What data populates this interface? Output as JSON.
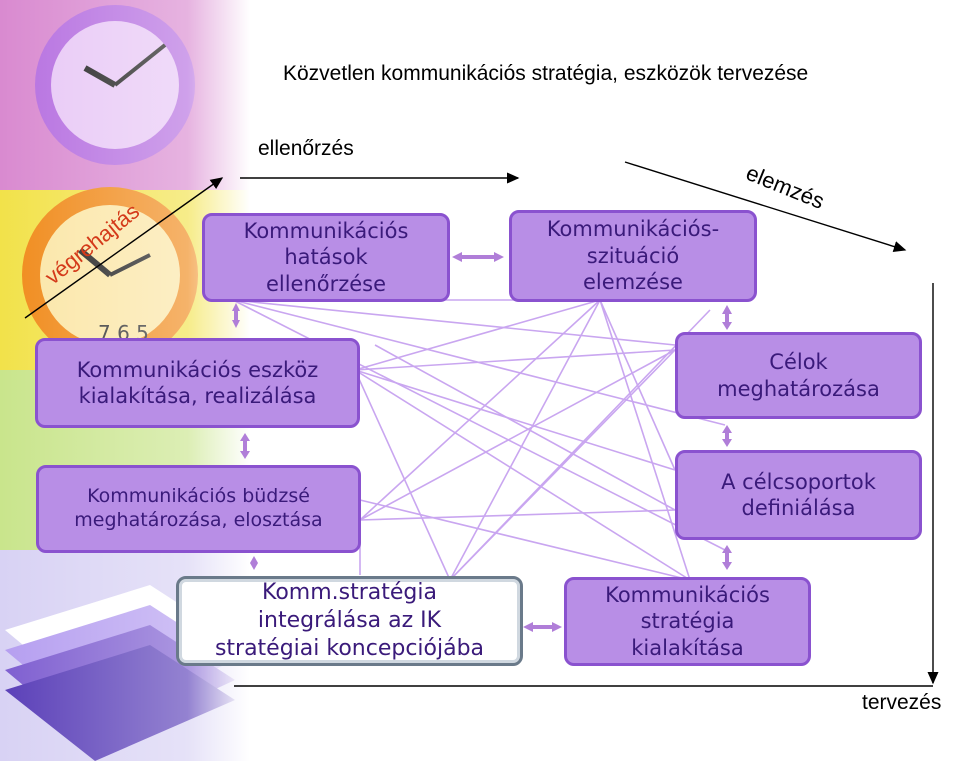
{
  "title": "Közvetlen kommunikációs stratégia, eszközök tervezése",
  "labels": {
    "ellenorzes": "ellenőrzés",
    "elemzes": "elemzés",
    "vegrehajtas": "végrehajtás",
    "tervezes": "tervezés"
  },
  "boxes": {
    "hatasok": "Kommunikációs\nhatások\nellenőrzése",
    "szituacio": "Kommunikációs-\nszituáció\nelemzése",
    "eszkoz": "Kommunikációs eszköz\nkialakítása, realizálása",
    "celok": "Célok\nmeghatározása",
    "budzse": "Kommunikációs büdzsé\nmeghatározása, elosztása",
    "celcsoport": "A célcsoportok\ndefiniálása",
    "integralas": "Komm.stratégia\nintegrálása az IK\nstratégiai koncepciójába",
    "kialakitas": "Kommunikációs\nstratégia\nkialakítása"
  },
  "colors": {
    "box_fill": "#b88ee6",
    "box_border": "#8a52cf",
    "box_text": "#3a1a7a",
    "web_lines": "#c9a6f0",
    "arrows": "#b07ed8"
  }
}
